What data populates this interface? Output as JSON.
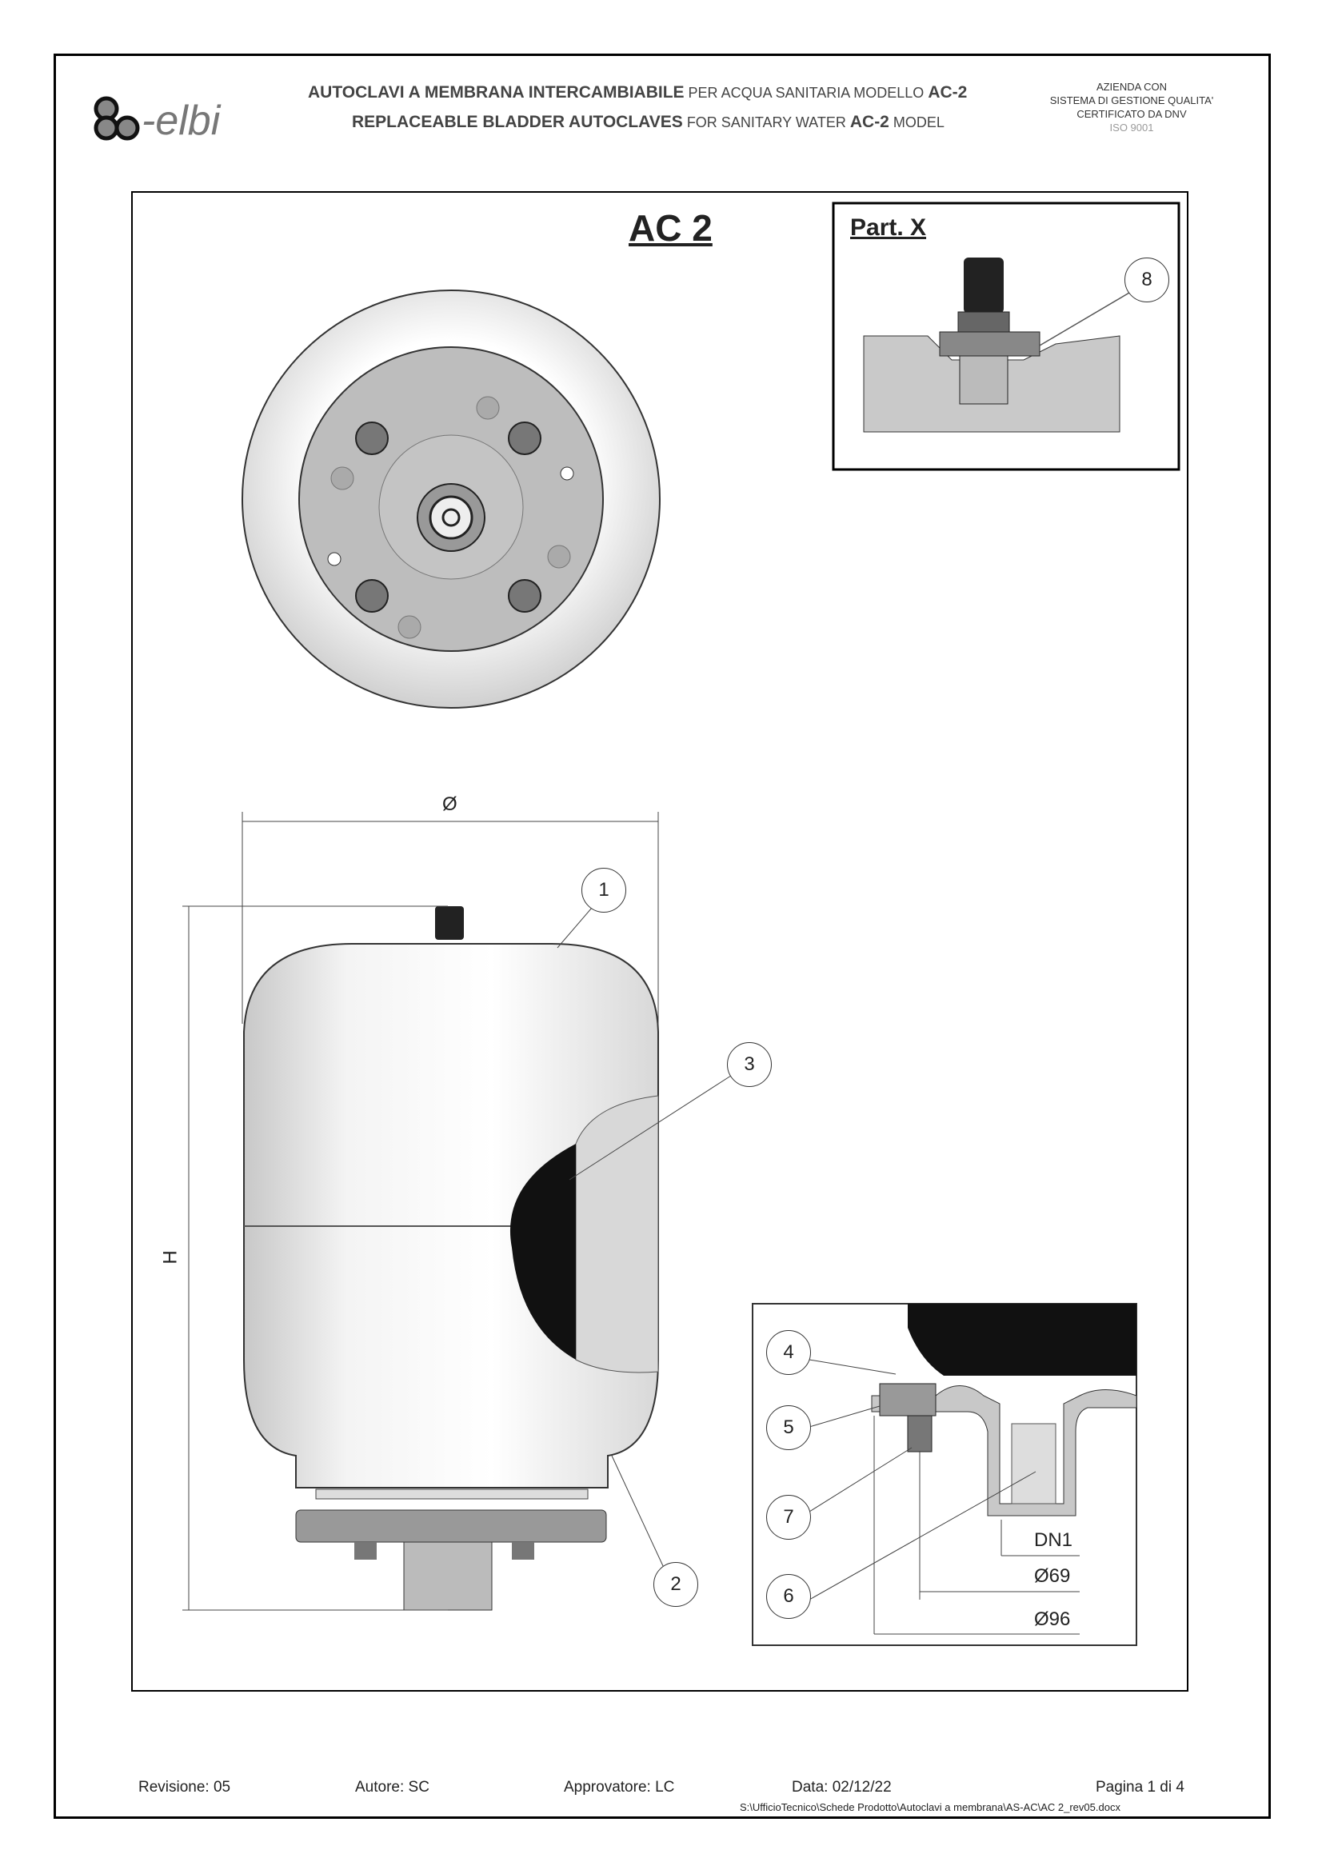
{
  "header": {
    "logo_text": "elbi",
    "title_it_bold": "AUTOCLAVI A MEMBRANA INTERCAMBIABILE",
    "title_it_rest": "PER ACQUA SANITARIA MODELLO",
    "title_it_model": "AC-2",
    "title_en_bold": "REPLACEABLE BLADDER AUTOCLAVES",
    "title_en_rest": "FOR SANITARY WATER",
    "title_en_model": "AC-2",
    "title_en_end": "MODEL",
    "cert": [
      "AZIENDA CON",
      "SISTEMA DI GESTIONE QUALITA'",
      "CERTIFICATO DA DNV",
      "ISO 9001"
    ]
  },
  "drawing": {
    "title": "AC 2",
    "detail_title": "Part. X",
    "callouts": [
      "1",
      "2",
      "3",
      "4",
      "5",
      "6",
      "7",
      "8"
    ],
    "dimensions": {
      "diameter": "Ø",
      "height": "H",
      "dn": "DN1",
      "d69": "Ø69",
      "d96": "Ø96"
    }
  },
  "footer": {
    "revision": "Revisione: 05",
    "author": "Autore: SC",
    "approver": "Approvatore: LC",
    "date": "Data: 02/12/22",
    "page": "Pagina 1 di 4",
    "path": "S:\\UfficioTecnico\\Schede Prodotto\\Autoclavi a membrana\\AS-AC\\AC 2_rev05.docx"
  }
}
